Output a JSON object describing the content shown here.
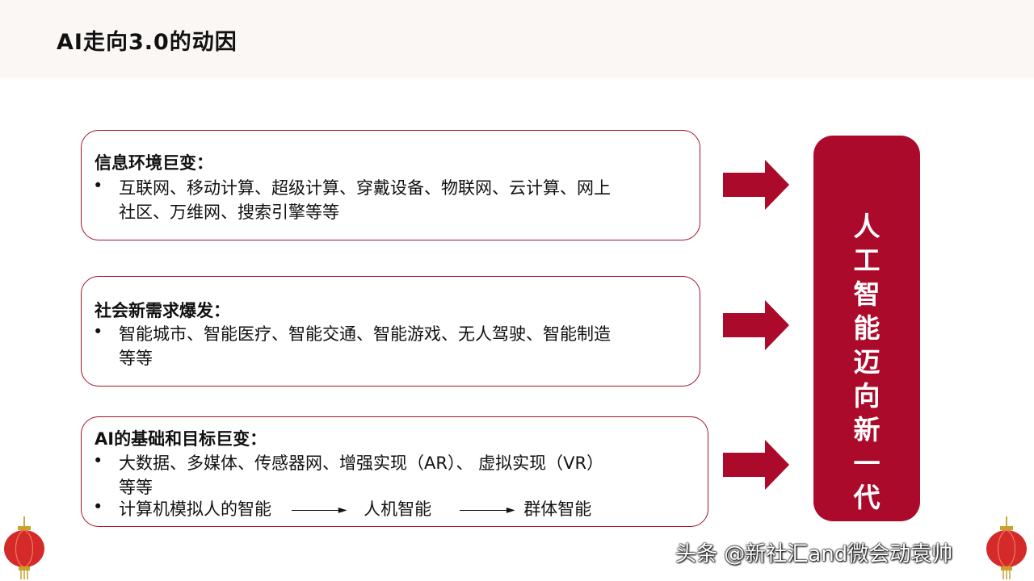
{
  "header": {
    "title": "AI走向3.0的动因"
  },
  "cards": [
    {
      "heading": "信息环境巨变：",
      "bullet_char": "•",
      "lines": [
        "互联网、移动计算、超级计算、穿戴设备、物联网、云计算、网上",
        "社区、万维网、搜索引擎等等"
      ]
    },
    {
      "heading": "社会新需求爆发：",
      "bullet_char": "•",
      "lines": [
        "智能城市、智能医疗、智能交通、智能游戏、无人驾驶、智能制造",
        "等等"
      ]
    },
    {
      "heading": "AI的基础和目标巨变：",
      "bullet_char": "•",
      "lines": [
        "大数据、多媒体、传感器网、增强实现（AR）、 虚拟实现（VR）",
        "等等"
      ],
      "flow": {
        "a": "计算机模拟人的智能",
        "b": "人机智能",
        "c": "群体智能"
      }
    }
  ],
  "result_box": {
    "chars": [
      "人",
      "工",
      "智",
      "能",
      "迈",
      "向",
      "新",
      "一",
      "代"
    ]
  },
  "watermark": "头条 @新社汇and微会动袁帅",
  "colors": {
    "accent": "#ab0a2b",
    "header_bg": "#fbf7f5"
  },
  "icons": [
    "right-arrow-icon",
    "lantern-icon"
  ]
}
